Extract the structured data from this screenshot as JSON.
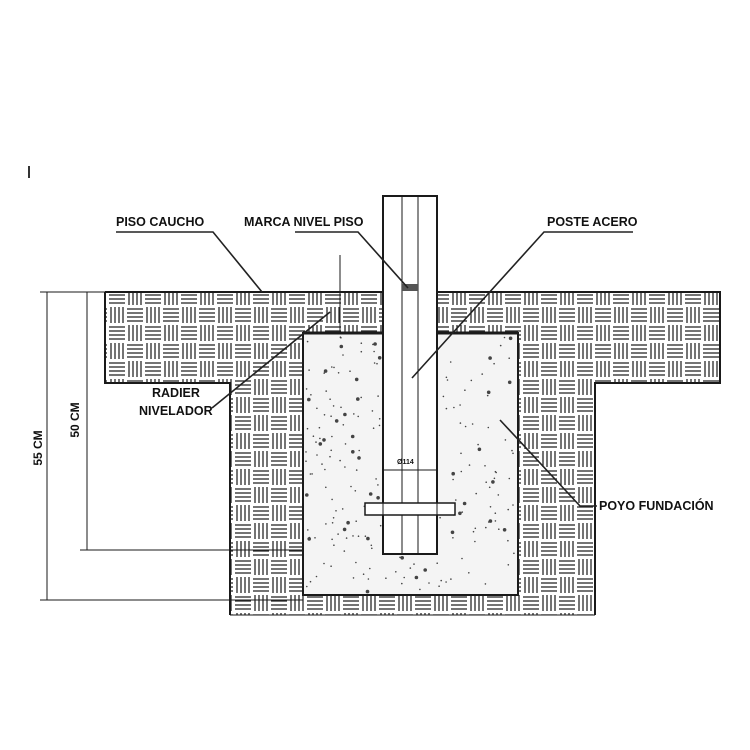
{
  "labels": {
    "piso_caucho": "PISO CAUCHO",
    "marca_nivel_piso": "MARCA NIVEL PISO",
    "poste_acero": "POSTE ACERO",
    "radier_line1": "RADIER",
    "radier_line2": "NIVELADOR",
    "poyo_fundacion": "POYO FUNDACIÓN",
    "pipe_diameter": "Ø114"
  },
  "dimensions": {
    "total_depth": "55 CM",
    "foundation_depth": "50 CM"
  },
  "colors": {
    "line": "#1a1a1a",
    "concrete": "#f4f4f4",
    "pattern": "#2a2a2a",
    "background": "#ffffff"
  }
}
